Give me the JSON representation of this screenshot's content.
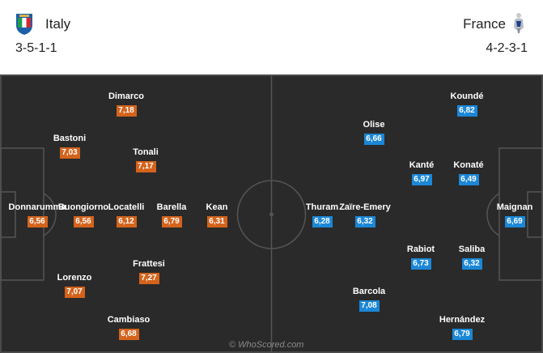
{
  "home": {
    "name": "Italy",
    "formation": "3-5-1-1",
    "players": [
      {
        "name": "Donnarumma",
        "rating": "6,56"
      },
      {
        "name": "Bastoni",
        "rating": "7,03"
      },
      {
        "name": "Buongiorno",
        "rating": "6,56"
      },
      {
        "name": "Lorenzo",
        "rating": "7,07"
      },
      {
        "name": "Dimarco",
        "rating": "7,18"
      },
      {
        "name": "Locatelli",
        "rating": "6,12"
      },
      {
        "name": "Cambiaso",
        "rating": "6,68"
      },
      {
        "name": "Tonali",
        "rating": "7,17"
      },
      {
        "name": "Barella",
        "rating": "6,79"
      },
      {
        "name": "Frattesi",
        "rating": "7,27"
      },
      {
        "name": "Kean",
        "rating": "6,31"
      }
    ]
  },
  "away": {
    "name": "France",
    "formation": "4-2-3-1",
    "players": [
      {
        "name": "Maignan",
        "rating": "6,69"
      },
      {
        "name": "Koundé",
        "rating": "6,82"
      },
      {
        "name": "Konaté",
        "rating": "6,49"
      },
      {
        "name": "Saliba",
        "rating": "6,32"
      },
      {
        "name": "Hernández",
        "rating": "6,79"
      },
      {
        "name": "Kanté",
        "rating": "6,97"
      },
      {
        "name": "Rabiot",
        "rating": "6,73"
      },
      {
        "name": "Olise",
        "rating": "6,66"
      },
      {
        "name": "Zaïre-Emery",
        "rating": "6,32"
      },
      {
        "name": "Barcola",
        "rating": "7,08"
      },
      {
        "name": "Thuram",
        "rating": "6,28"
      }
    ]
  },
  "watermark": "© WhoScored.com",
  "colors": {
    "home_rating": "#d4631c",
    "away_rating": "#1b87d6",
    "pitch": "#2a2a2a"
  },
  "icons": {
    "home_crest": "italy-crest-icon",
    "away_crest": "france-rooster-crest-icon"
  }
}
